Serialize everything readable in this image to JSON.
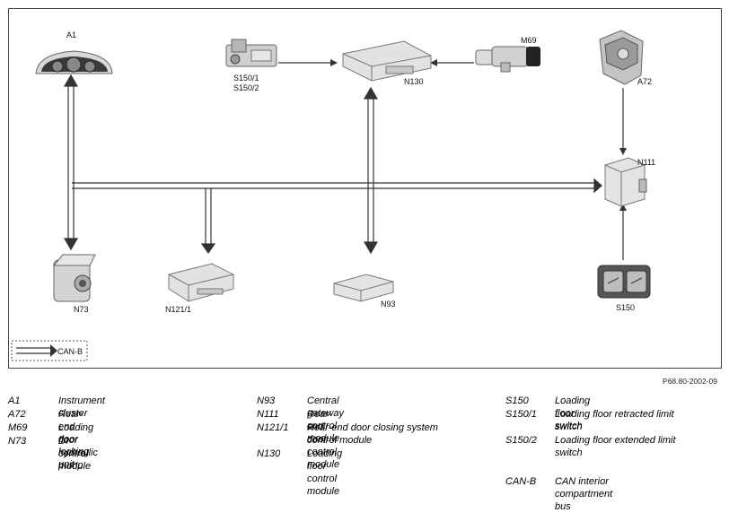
{
  "diagram": {
    "components": {
      "a1": "A1",
      "a72": "A72",
      "m69": "M69",
      "n130": "N130",
      "n111": "N111",
      "n73": "N73",
      "n121_1": "N121/1",
      "n93": "N93",
      "s150": "S150",
      "s150_1": "S150/1",
      "s150_2": "S150/2"
    },
    "bus_key_label": "CAN-B",
    "colors": {
      "line": "#333333",
      "module_fill": "#e2e2e2",
      "module_stroke": "#777777"
    }
  },
  "reference_code": "P68.80-2002-09",
  "legend": {
    "col1": [
      {
        "code": "A1",
        "text": "Instrument cluster"
      },
      {
        "code": "A72",
        "text": "Rear-end door locking unit"
      },
      {
        "code": "M69",
        "text": "Loading floor hydraulic pump"
      },
      {
        "code": "N73",
        "text": "DI control module"
      }
    ],
    "col2": [
      {
        "code": "N93",
        "text": "Central gateway control module"
      },
      {
        "code": "N111",
        "text": "Rear-end door control module"
      },
      {
        "code": "N121/1",
        "text": "Rear-end door closing system control module"
      },
      {
        "code": "N130",
        "text": "Loading floor control module"
      }
    ],
    "col3": [
      {
        "code": "S150",
        "text": "Loading floor switch"
      },
      {
        "code": "S150/1",
        "text": "Loading floor retracted limit switch"
      },
      {
        "code": "S150/2",
        "text": "Loading floor extended limit switch"
      },
      {
        "code": "CAN-B",
        "text": "CAN interior compartment bus"
      }
    ]
  }
}
